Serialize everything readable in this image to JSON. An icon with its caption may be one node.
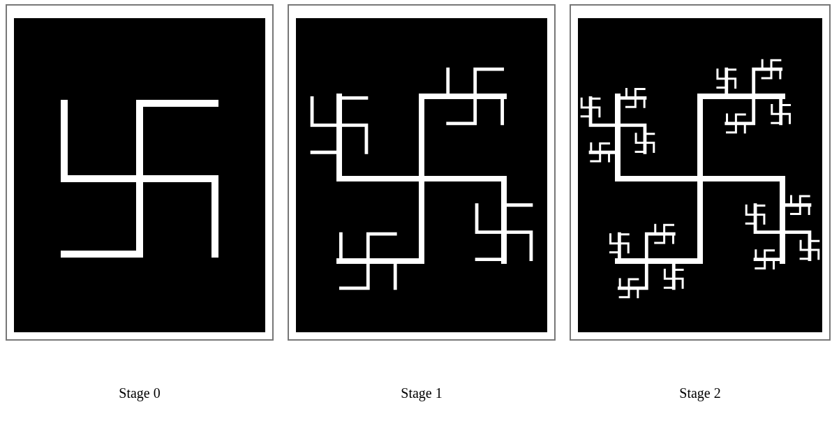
{
  "diagram": {
    "labels": [
      "Stage 0",
      "Stage 1",
      "Stage 2"
    ]
  }
}
